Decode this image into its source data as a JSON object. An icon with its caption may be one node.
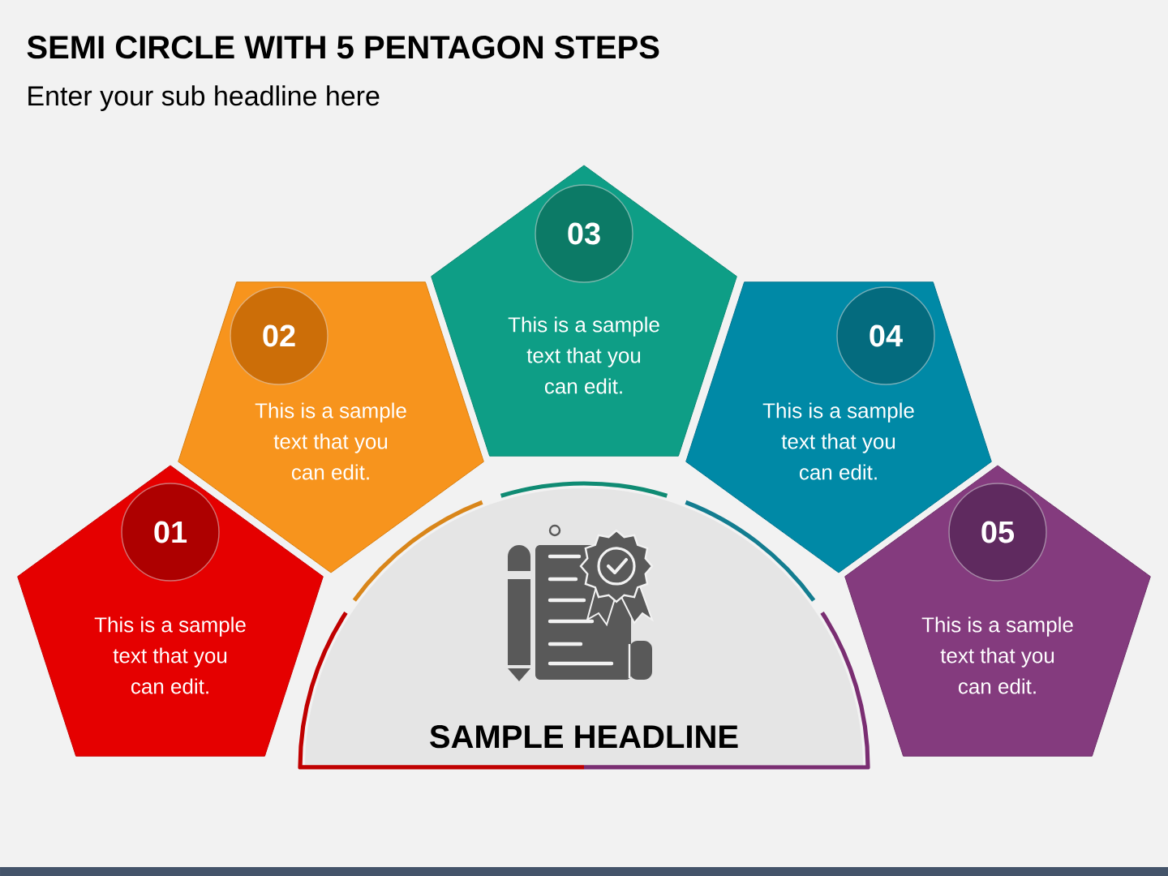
{
  "diagram": {
    "title": "SEMI CIRCLE WITH 5 PENTAGON STEPS",
    "nodes": [
      {
        "text": [
          "This is a sample text that you can edit."
        ]
      },
      {
        "text": [
          "01"
        ],
        "in": 0
      },
      {
        "text": [
          "This is a sample text that you can edit."
        ]
      },
      {
        "text": [
          "02"
        ],
        "in": 2
      },
      {
        "text": [
          "This is a sample text that you can edit."
        ]
      },
      {
        "text": [
          "03"
        ],
        "in": 4
      },
      {
        "text": [
          "This is a sample text that you can edit."
        ]
      },
      {
        "text": [
          "04"
        ],
        "in": 6
      },
      {
        "text": [
          "This is a sample text that you can edit."
        ]
      },
      {
        "text": [
          "05"
        ],
        "in": 8
      },
      {
        "text": [
          "SAMPLE HEADLINE"
        ]
      }
    ],
    "labels": [
      "Enter your sub headline here"
    ]
  }
}
